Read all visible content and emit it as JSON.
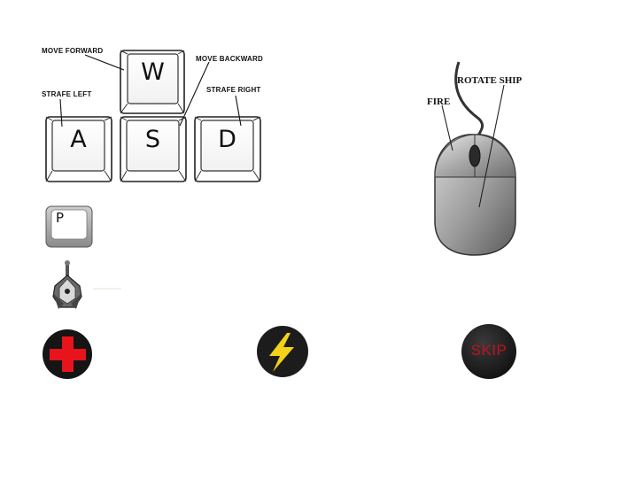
{
  "keyboard": {
    "keys": {
      "w": "W",
      "a": "A",
      "s": "S",
      "d": "D",
      "pause": "P"
    },
    "labels": {
      "move_forward": "MOVE FORWARD",
      "move_backward": "MOVE BACKWARD",
      "strafe_left": "STRAFE LEFT",
      "strafe_right": "STRAFE RIGHT"
    }
  },
  "mouse": {
    "fire": "FIRE",
    "rotate_ship": "ROTATE SHIP"
  },
  "hints": {
    "pause_hint": "",
    "ship_hint": "",
    "health_hint": "",
    "boost_hint": "",
    "skip_hint": ""
  },
  "powerups": {
    "skip_label": "SKIP"
  },
  "colors": {
    "health_red": "#e8141c",
    "boost_yellow": "#f3d21a",
    "skip_red": "#c0121e",
    "dark_disc": "#1c1c1c"
  }
}
